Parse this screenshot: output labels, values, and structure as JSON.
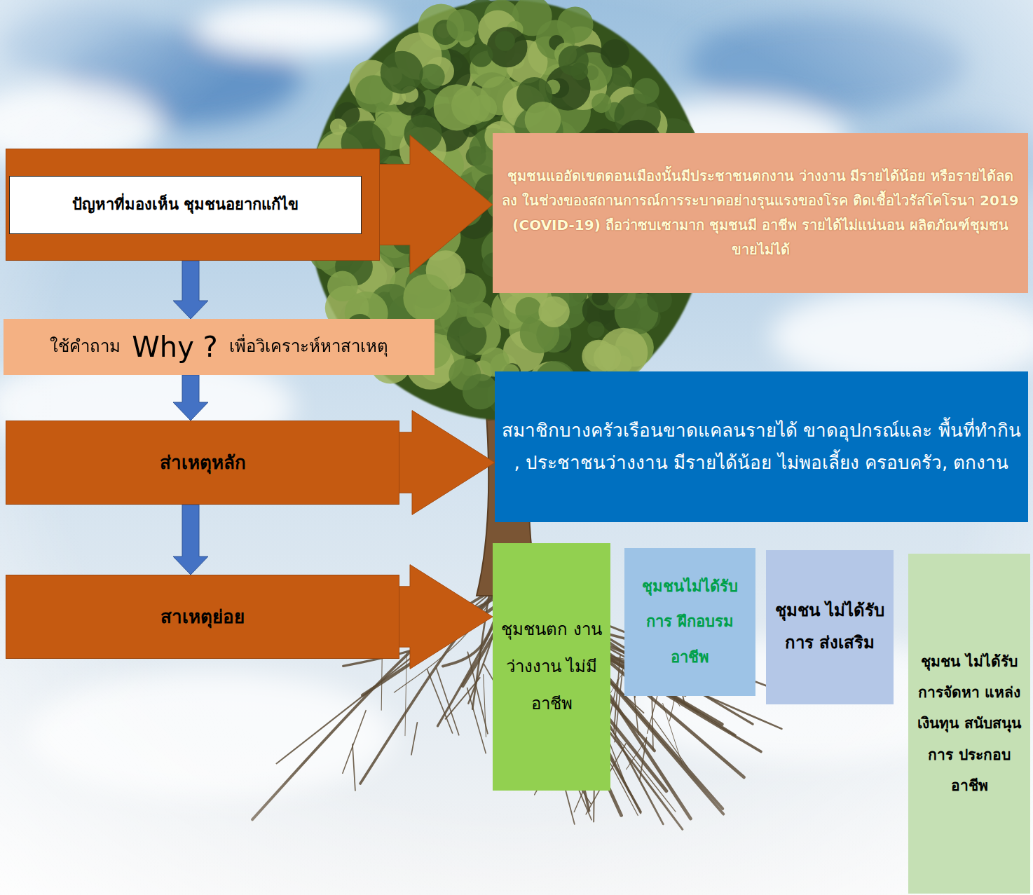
{
  "diagram": {
    "nodes": [
      {
        "text": [
          "ปัญหาที่มองเห็น ชุมชนอยากแก้ไข"
        ]
      },
      {
        "text": [
          "ชุมชนแออัดเขตดอนเมืองนั้นมีประชาชนตกงาน ว่างงาน มีรายได้น้อย หรือรายได้ลดลง ในช่วงของสถานการณ์การระบาดอย่างรุนแรงของโรค ติดเชื้อไวรัสโคโรนา 2019 (COVID-19) ถือว่าซบเซามาก ชุมชนมี อาชีพ รายได้ไม่แน่นอน ผลิตภัณฑ์ชุมชนขายไม่ได้"
        ]
      },
      {
        "text": [
          "ใช้คำถาม",
          "Why ?",
          "เพื่อวิเคราะห์หาสาเหตุ"
        ]
      },
      {
        "text": [
          "ส่าเหตุหลัก"
        ]
      },
      {
        "text": [
          "สมาชิกบางครัวเรือนขาดแคลนรายได้ ขาดอุปกรณ์และ พื้นที่ทำกิน , ประชาชนว่างงาน มีรายได้น้อย ไม่พอเลี้ยง ครอบครัว, ตกงาน"
        ]
      },
      {
        "text": [
          "สาเหตุย่อย"
        ]
      },
      {
        "text": [
          "ชุมชนตก งาน ว่างงาน ไม่มี อาชีพ"
        ]
      },
      {
        "text": [
          "ชุมชนไม่ได้รับการ ฝึกอบรมอาชีพ"
        ]
      },
      {
        "text": [
          "ชุมชน ไม่ได้รับ การ ส่งเสริม"
        ]
      },
      {
        "text": [
          "ชุมชน ไม่ได้รับ การจัดหา แหล่ง เงินทุน สนับสนุน การ ประกอบ อาชีพ"
        ]
      }
    ],
    "edges": [
      {
        "from": 0,
        "to": 1,
        "arrow": "to"
      },
      {
        "from": 0,
        "to": 2,
        "arrow": "to"
      },
      {
        "from": 2,
        "to": 3,
        "arrow": "to"
      },
      {
        "from": 3,
        "to": 4,
        "arrow": "to"
      },
      {
        "from": 3,
        "to": 5,
        "arrow": "to"
      },
      {
        "from": 5,
        "to": 6,
        "arrow": "to"
      }
    ]
  }
}
